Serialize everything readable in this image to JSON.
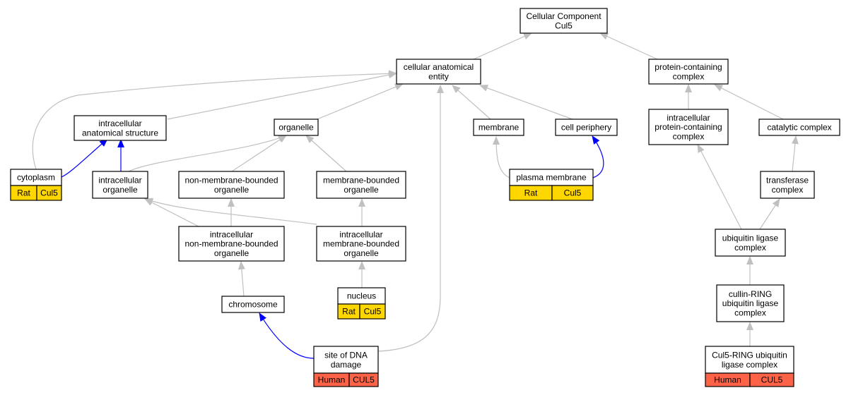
{
  "colors": {
    "rat_annotation": "#ffd700",
    "human_annotation": "#ff6347",
    "gray_edge": "#c0c0c0",
    "blue_edge": "#0000ff"
  },
  "nodes": {
    "root": [
      "Cellular Component",
      "Cul5"
    ],
    "cellular_anatomical_entity": [
      "cellular anatomical",
      "entity"
    ],
    "protein_containing_complex": [
      "protein-containing",
      "complex"
    ],
    "intracellular_anatomical_structure": [
      "intracellular",
      "anatomical structure"
    ],
    "organelle": [
      "organelle"
    ],
    "membrane": [
      "membrane"
    ],
    "cell_periphery": [
      "cell periphery"
    ],
    "intracellular_protein_containing_complex": [
      "intracellular",
      "protein-containing",
      "complex"
    ],
    "catalytic_complex": [
      "catalytic complex"
    ],
    "cytoplasm": [
      "cytoplasm"
    ],
    "intracellular_organelle": [
      "intracellular",
      "organelle"
    ],
    "non_membrane_bounded_organelle": [
      "non-membrane-bounded",
      "organelle"
    ],
    "membrane_bounded_organelle": [
      "membrane-bounded",
      "organelle"
    ],
    "plasma_membrane": [
      "plasma membrane"
    ],
    "transferase_complex": [
      "transferase",
      "complex"
    ],
    "intracellular_non_membrane_bounded_organelle": [
      "intracellular",
      "non-membrane-bounded",
      "organelle"
    ],
    "intracellular_membrane_bounded_organelle": [
      "intracellular",
      "membrane-bounded",
      "organelle"
    ],
    "ubiquitin_ligase_complex": [
      "ubiquitin ligase",
      "complex"
    ],
    "chromosome": [
      "chromosome"
    ],
    "nucleus": [
      "nucleus"
    ],
    "cullin_ring_ubiquitin_ligase_complex": [
      "cullin-RING",
      "ubiquitin ligase",
      "complex"
    ],
    "site_of_dna_damage": [
      "site of DNA",
      "damage"
    ],
    "cul5_ring_ubiquitin_ligase_complex": [
      "Cul5-RING ubiquitin",
      "ligase complex"
    ]
  },
  "annotations": {
    "cytoplasm": {
      "species": "Rat",
      "gene": "Cul5"
    },
    "plasma_membrane": {
      "species": "Rat",
      "gene": "Cul5"
    },
    "nucleus": {
      "species": "Rat",
      "gene": "Cul5"
    },
    "site_of_dna_damage": {
      "species": "Human",
      "gene": "CUL5"
    },
    "cul5_ring_ubiquitin_ligase_complex": {
      "species": "Human",
      "gene": "CUL5"
    }
  }
}
